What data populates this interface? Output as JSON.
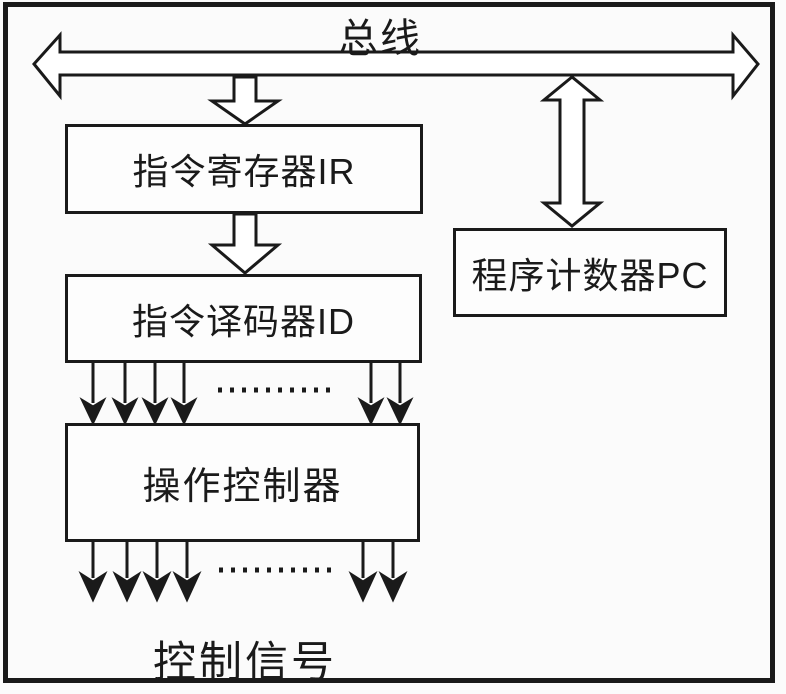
{
  "diagram": {
    "bus": {
      "label": "总线"
    },
    "nodes": {
      "ir": {
        "label": "指令寄存器IR"
      },
      "decoder": {
        "label": "指令译码器ID"
      },
      "pc": {
        "label": "程序计数器PC"
      },
      "controller": {
        "label": "操作控制器"
      }
    },
    "output": {
      "label": "控制信号"
    },
    "colors": {
      "line": "#1a1a1a",
      "background": "#fbfbfb",
      "box_fill": "#fdfdfd"
    }
  }
}
